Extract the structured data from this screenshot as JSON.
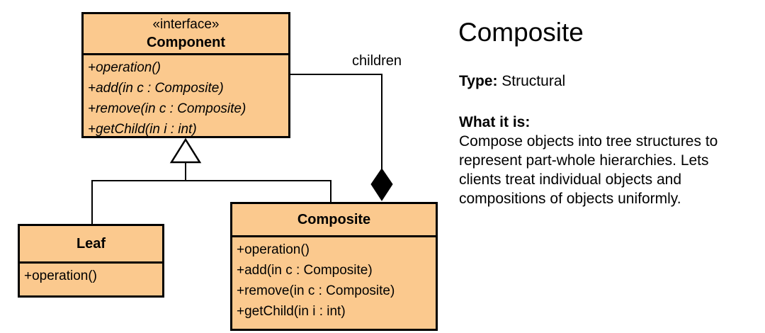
{
  "colors": {
    "class_fill": "#fbc98e",
    "class_border": "#000000",
    "line": "#000000",
    "background": "#ffffff",
    "text": "#000000"
  },
  "diagram": {
    "component": {
      "stereotype": "«interface»",
      "name": "Component",
      "methods": [
        "+operation()",
        "+add(in c : Composite)",
        "+remove(in c : Composite)",
        "+getChild(in i : int)"
      ]
    },
    "leaf": {
      "name": "Leaf",
      "methods": [
        "+operation()"
      ]
    },
    "composite": {
      "name": "Composite",
      "methods": [
        "+operation()",
        "+add(in c : Composite)",
        "+remove(in c : Composite)",
        "+getChild(in i : int)"
      ]
    },
    "relationships": {
      "generalization": {
        "type": "inheritance",
        "parent": "Component",
        "children": [
          "Leaf",
          "Composite"
        ]
      },
      "composition": {
        "type": "composition",
        "from": "Composite",
        "to": "Component",
        "label": "children"
      }
    }
  },
  "info": {
    "title": "Composite",
    "type_label": "Type:",
    "type_value": "Structural",
    "what_label": "What it is:",
    "description_lines": [
      "Compose objects into tree structures to",
      "represent part-whole hierarchies. Lets",
      "clients treat individual objects and",
      "compositions of objects uniformly."
    ]
  }
}
